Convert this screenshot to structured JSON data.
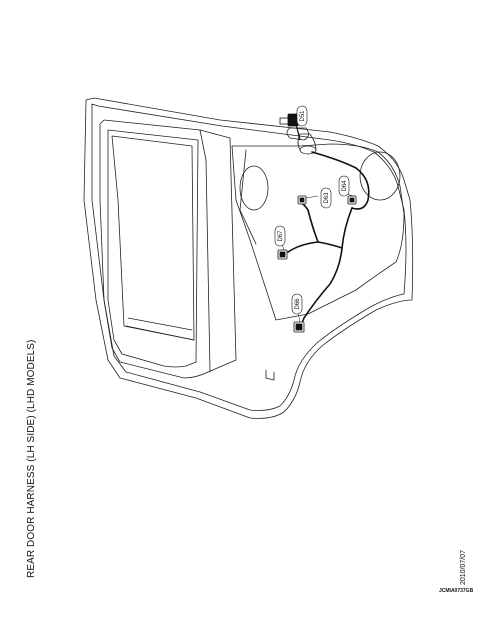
{
  "title": "REAR DOOR HARNESS (LH SIDE) (LHD MODELS)",
  "date": "2010/07/07",
  "figure_code": "JCMIA0737GB",
  "connectors": [
    "D51",
    "D63",
    "D64",
    "D67",
    "D66"
  ],
  "colors": {
    "line": "#222222",
    "harness": "#111111",
    "background": "#ffffff"
  }
}
